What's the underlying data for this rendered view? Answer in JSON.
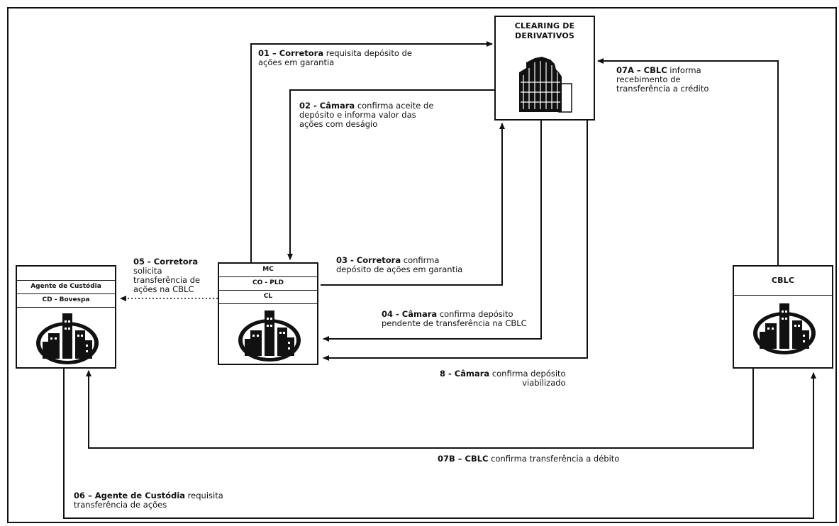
{
  "clearing": {
    "title_line1": "CLEARING DE",
    "title_line2": "DERIVATIVOS"
  },
  "agent": {
    "rows": [
      "",
      "Agente de Custódia",
      "CD - Bovespa"
    ]
  },
  "broker": {
    "rows": [
      "MC",
      "CO - PLD",
      "CL"
    ]
  },
  "cblc": {
    "title": "CBLC"
  },
  "steps": {
    "s01": {
      "strong": "01 – Corretora",
      "rest": " requisita depósito de",
      "line2": "ações em garantia"
    },
    "s02": {
      "strong": "02 - Câmara",
      "rest": " confirma aceite de",
      "line2": "depósito e informa valor das",
      "line3": "ações com deságio"
    },
    "s03": {
      "strong": "03 - Corretora",
      "rest": " confirma",
      "line2": "depósito de ações em garantia"
    },
    "s04": {
      "strong": "04 - Câmara",
      "rest": " confirma depósito",
      "line2": "pendente de transferência na CBLC"
    },
    "s05": {
      "strong1": "05 - Corretora",
      "line2": "solicita",
      "line3": "transferência de",
      "line4": "ações na CBLC"
    },
    "s06": {
      "strong": "06 – Agente de Custódia",
      "rest": " requisita",
      "line2": "transferência de ações"
    },
    "s07a": {
      "strong": "07A – CBLC",
      "rest": " informa",
      "line2": "recebimento de",
      "line3": "transferência a crédito"
    },
    "s07b": {
      "strong": "07B – CBLC",
      "rest": " confirma transferência a débito"
    },
    "s08": {
      "strong": "8 - Câmara",
      "rest": " confirma depósito",
      "line2": "viabilizado"
    }
  },
  "colors": {
    "ink": "#111111",
    "background": "#ffffff"
  },
  "icons": {
    "clearing": "building-icon",
    "city": "city-icon"
  }
}
